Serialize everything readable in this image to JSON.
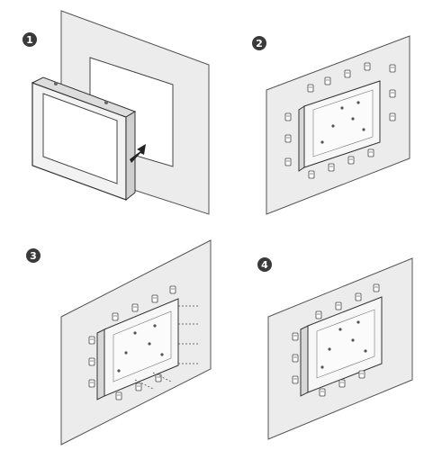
{
  "figure": {
    "steps": [
      {
        "number": "1"
      },
      {
        "number": "2"
      },
      {
        "number": "3"
      },
      {
        "number": "4"
      }
    ]
  },
  "colors": {
    "wall": "#ececec",
    "wall_stroke": "#555555",
    "badge": "#3a3a3a",
    "panel": "#f7f7f7",
    "screen": "#ffffff",
    "arrow": "#222222"
  }
}
